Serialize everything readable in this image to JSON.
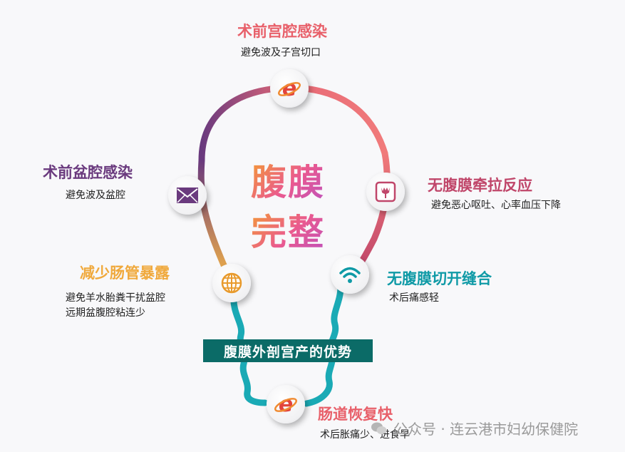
{
  "center_title": [
    "腹膜",
    "完整"
  ],
  "banner": "腹膜外剖宫产的优势",
  "items": [
    {
      "title": "术前宫腔感染",
      "subtitle": [
        "避免波及子宫切口"
      ],
      "color": "#e8606a",
      "icon": "browser-e-icon"
    },
    {
      "title": "无腹膜牵拉反应",
      "subtitle": [
        "避免恶心呕吐、心率血压下降"
      ],
      "color": "#c0466a",
      "icon": "tulip-icon"
    },
    {
      "title": "无腹膜切开缝合",
      "subtitle": [
        "术后痛感轻"
      ],
      "color": "#0f9aa6",
      "icon": "wifi-icon"
    },
    {
      "title": "肠道恢复快",
      "subtitle": [
        "术后胀痛少、进食早"
      ],
      "color": "#e8606a",
      "icon": "browser-e-icon"
    },
    {
      "title": "减少肠管暴露",
      "subtitle": [
        "避免羊水胎粪干扰盆腔",
        "远期盆腹腔粘连少"
      ],
      "color": "#f0a93c",
      "icon": "globe-icon"
    },
    {
      "title": "术前盆腔感染",
      "subtitle": [
        "避免波及盆腔"
      ],
      "color": "#6a3a7e",
      "icon": "envelope-icon"
    }
  ],
  "watermark": "公众号 · 连云港市妇幼保健院"
}
